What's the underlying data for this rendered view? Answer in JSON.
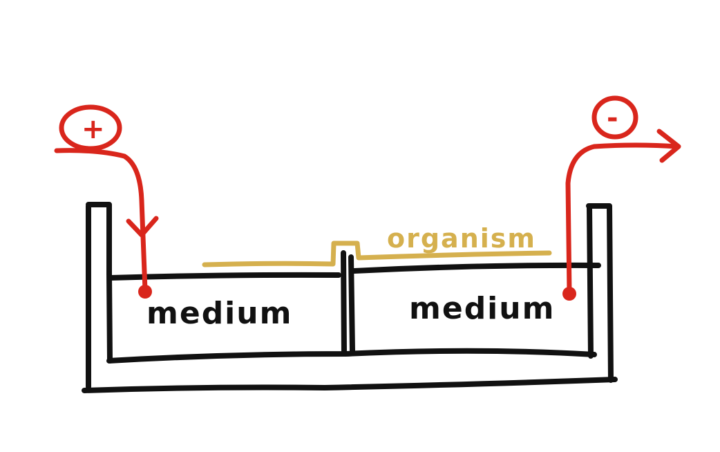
{
  "diagram": {
    "labels": {
      "medium_left": "medium",
      "medium_right": "medium",
      "organism": "organism"
    },
    "electrodes": {
      "positive_sign": "+",
      "negative_sign": "-"
    },
    "colors": {
      "container": "#111111",
      "electrode": "#d9261c",
      "organism": "#d5b04e"
    }
  }
}
